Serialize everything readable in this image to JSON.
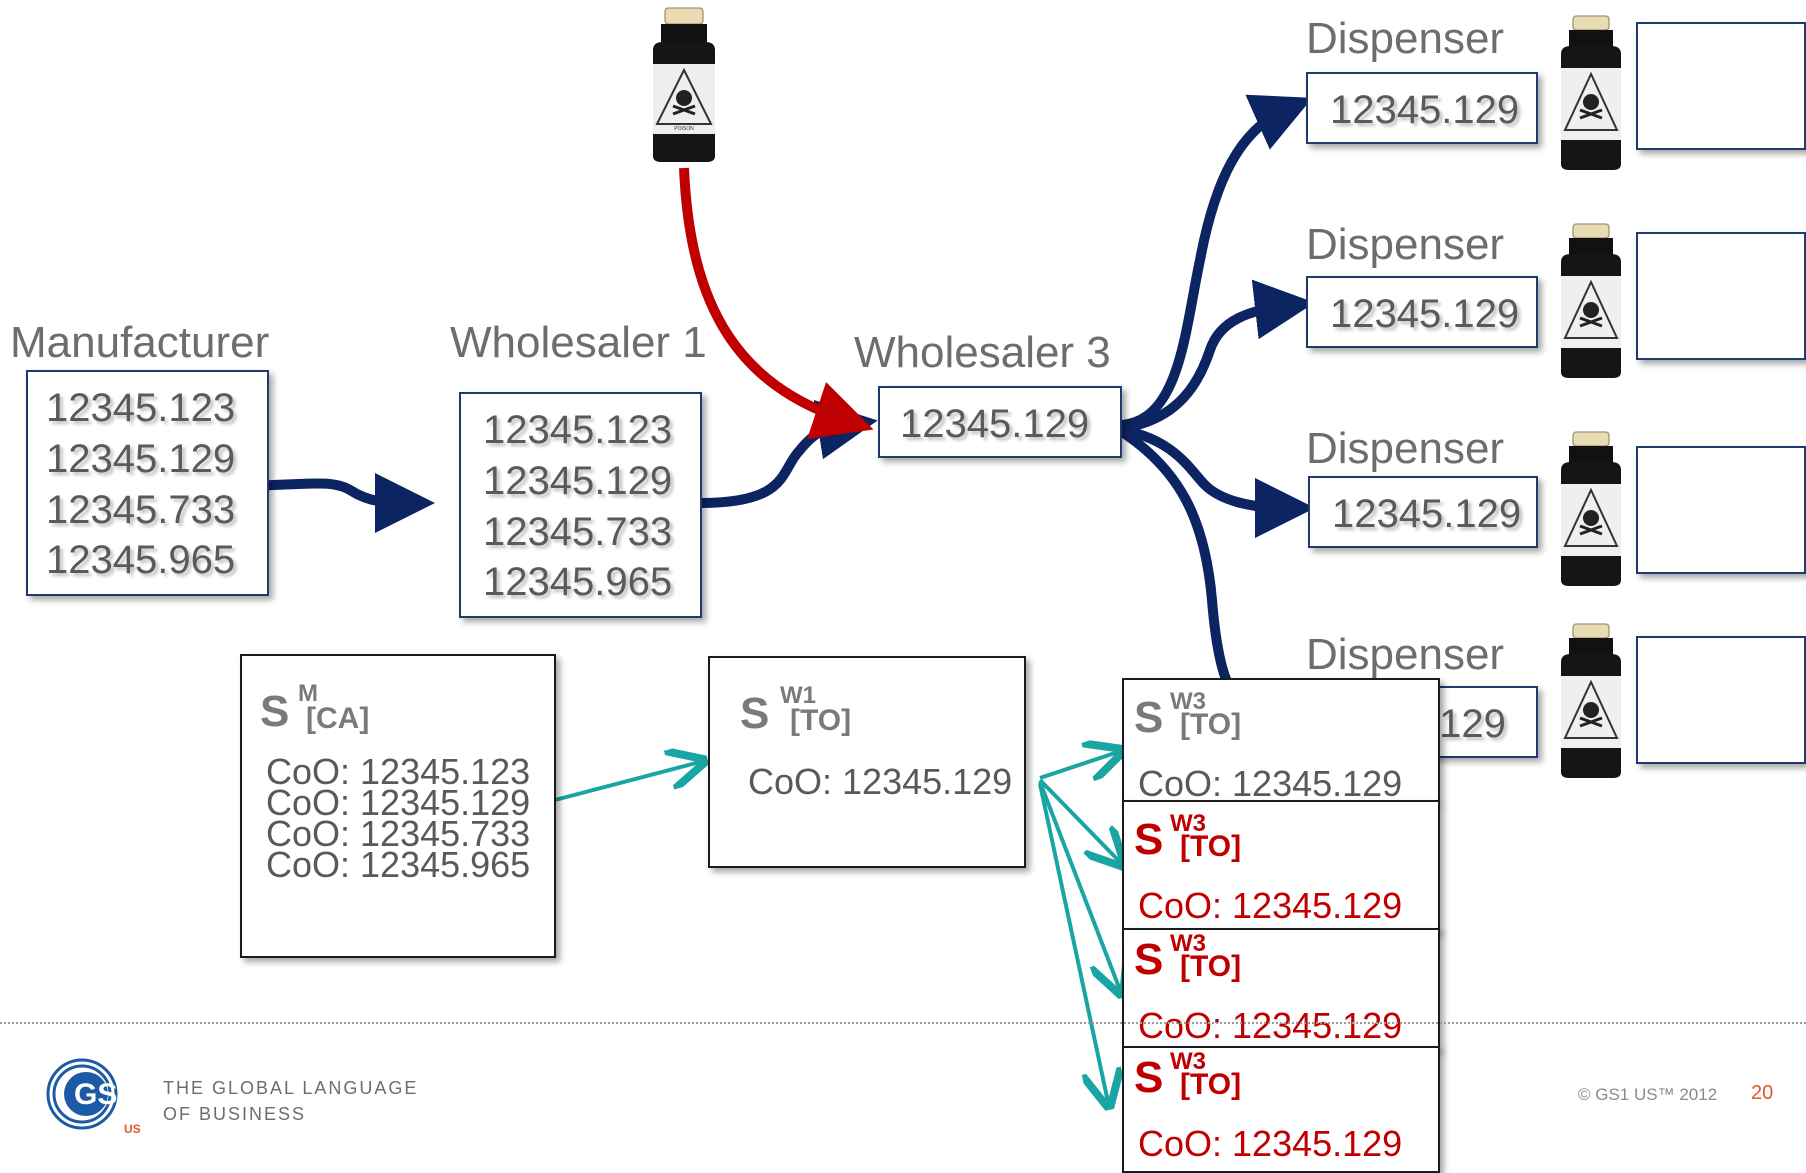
{
  "labels": {
    "manufacturer": "Manufacturer",
    "wholesaler1": "Wholesaler 1",
    "wholesaler3": "Wholesaler 3",
    "dispenser": "Dispenser"
  },
  "manufacturer_serials": [
    "12345.123",
    "12345.129",
    "12345.733",
    "12345.965"
  ],
  "wholesaler1_serials": [
    "12345.123",
    "12345.129",
    "12345.733",
    "12345.965"
  ],
  "wholesaler3_serial": "12345.129",
  "dispenser_serials": [
    "12345.129",
    "12345.129",
    "12345.129",
    ".129"
  ],
  "bottle_label": "POISON",
  "signatures": {
    "letter": "S",
    "manufacturer": {
      "sup": "M",
      "sub": "[CA]",
      "coo": [
        "CoO: 12345.123",
        "CoO: 12345.129",
        "CoO: 12345.733",
        "CoO: 12345.965"
      ]
    },
    "wholesaler1": {
      "sup": "W1",
      "sub": "[TO]",
      "coo": "CoO: 12345.129"
    },
    "wholesaler3": [
      {
        "sup": "W3",
        "sub": "[TO]",
        "coo": "CoO: 12345.129"
      },
      {
        "sup": "W3",
        "sub": "[TO]",
        "coo": "CoO: 12345.129"
      },
      {
        "sup": "W3",
        "sub": "[TO]",
        "coo": "CoO: 12345.129"
      },
      {
        "sup": "W3",
        "sub": "[TO]",
        "coo": "CoO: 12345.129"
      }
    ]
  },
  "footer": {
    "logo_text": "GS1",
    "logo_sub": "US",
    "tagline_1": "THE GLOBAL LANGUAGE",
    "tagline_2": "OF BUSINESS",
    "copyright": "© GS1 US™ 2012",
    "page_number": "20"
  },
  "colors": {
    "navy_arrow": "#0c2462",
    "red_arrow": "#c00000",
    "teal_arrow": "#1aa5a5",
    "page_number": "#e2572a"
  }
}
